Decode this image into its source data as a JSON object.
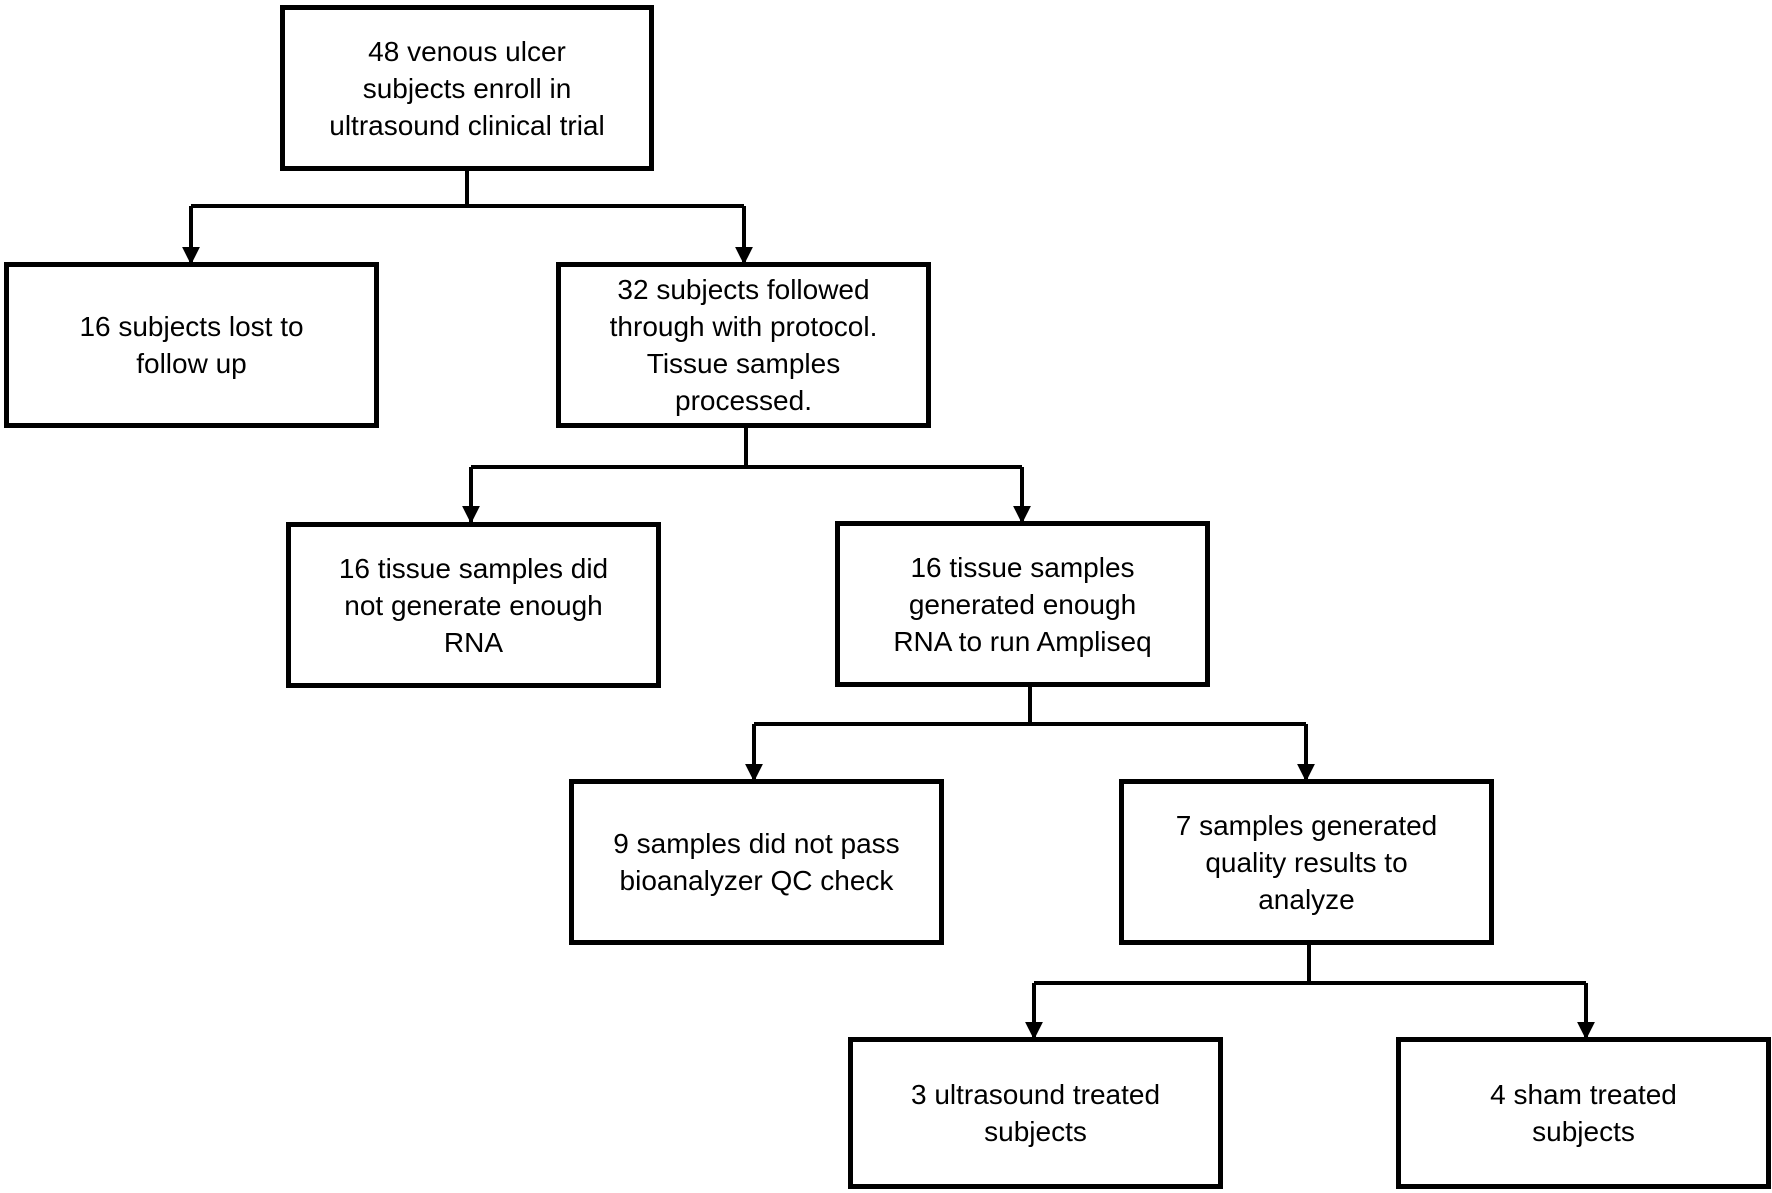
{
  "colors": {
    "line": "#000000",
    "box_border": "#000000",
    "box_fill": "#ffffff",
    "text": "#000000"
  },
  "boxes": {
    "enrolled": "48 venous ulcer\nsubjects enroll in\nultrasound clinical trial",
    "lost": "16 subjects lost to\nfollow up",
    "followed": "32 subjects followed\nthrough with protocol.\nTissue samples\nprocessed.",
    "not_enough_rna": "16 tissue samples did\nnot generate enough\nRNA",
    "enough_rna": "16 tissue samples\ngenerated enough\nRNA to run Ampliseq",
    "failed_qc": "9 samples did not pass\nbioanalyzer QC check",
    "quality": "7 samples generated\nquality results to\nanalyze",
    "ultrasound": "3 ultrasound treated\nsubjects",
    "sham": "4 sham treated\nsubjects"
  }
}
